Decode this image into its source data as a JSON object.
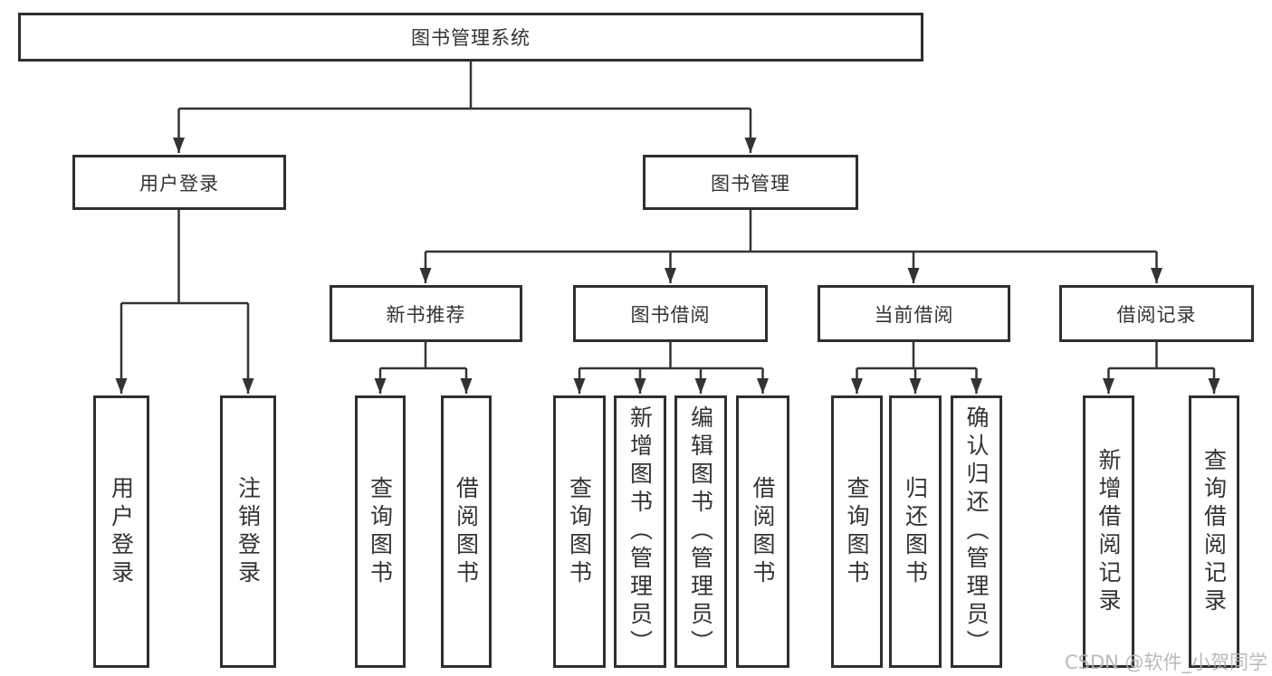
{
  "root": {
    "label": "图书管理系统"
  },
  "user_login_branch": {
    "label": "用户登录",
    "children": [
      {
        "label": "用户登录"
      },
      {
        "label": "注销登录"
      }
    ]
  },
  "book_mgmt_branch": {
    "label": "图书管理",
    "groups": [
      {
        "label": "新书推荐",
        "children": [
          {
            "label": "查询图书"
          },
          {
            "label": "借阅图书"
          }
        ]
      },
      {
        "label": "图书借阅",
        "children": [
          {
            "label": "查询图书"
          },
          {
            "label": "新增图书（管理员）"
          },
          {
            "label": "编辑图书（管理员）"
          },
          {
            "label": "借阅图书"
          }
        ]
      },
      {
        "label": "当前借阅",
        "children": [
          {
            "label": "查询图书"
          },
          {
            "label": "归还图书"
          },
          {
            "label": "确认归还（管理员）"
          }
        ]
      },
      {
        "label": "借阅记录",
        "children": [
          {
            "label": "新增借阅记录"
          },
          {
            "label": "查询借阅记录"
          }
        ]
      }
    ]
  },
  "watermark": "CSDN @软件_小贺同学",
  "colors": {
    "line": "#333333",
    "box_border": "#2f2f2f",
    "box_background": "#ffffff",
    "text": "#333333",
    "watermark": "#b2b2b4"
  }
}
